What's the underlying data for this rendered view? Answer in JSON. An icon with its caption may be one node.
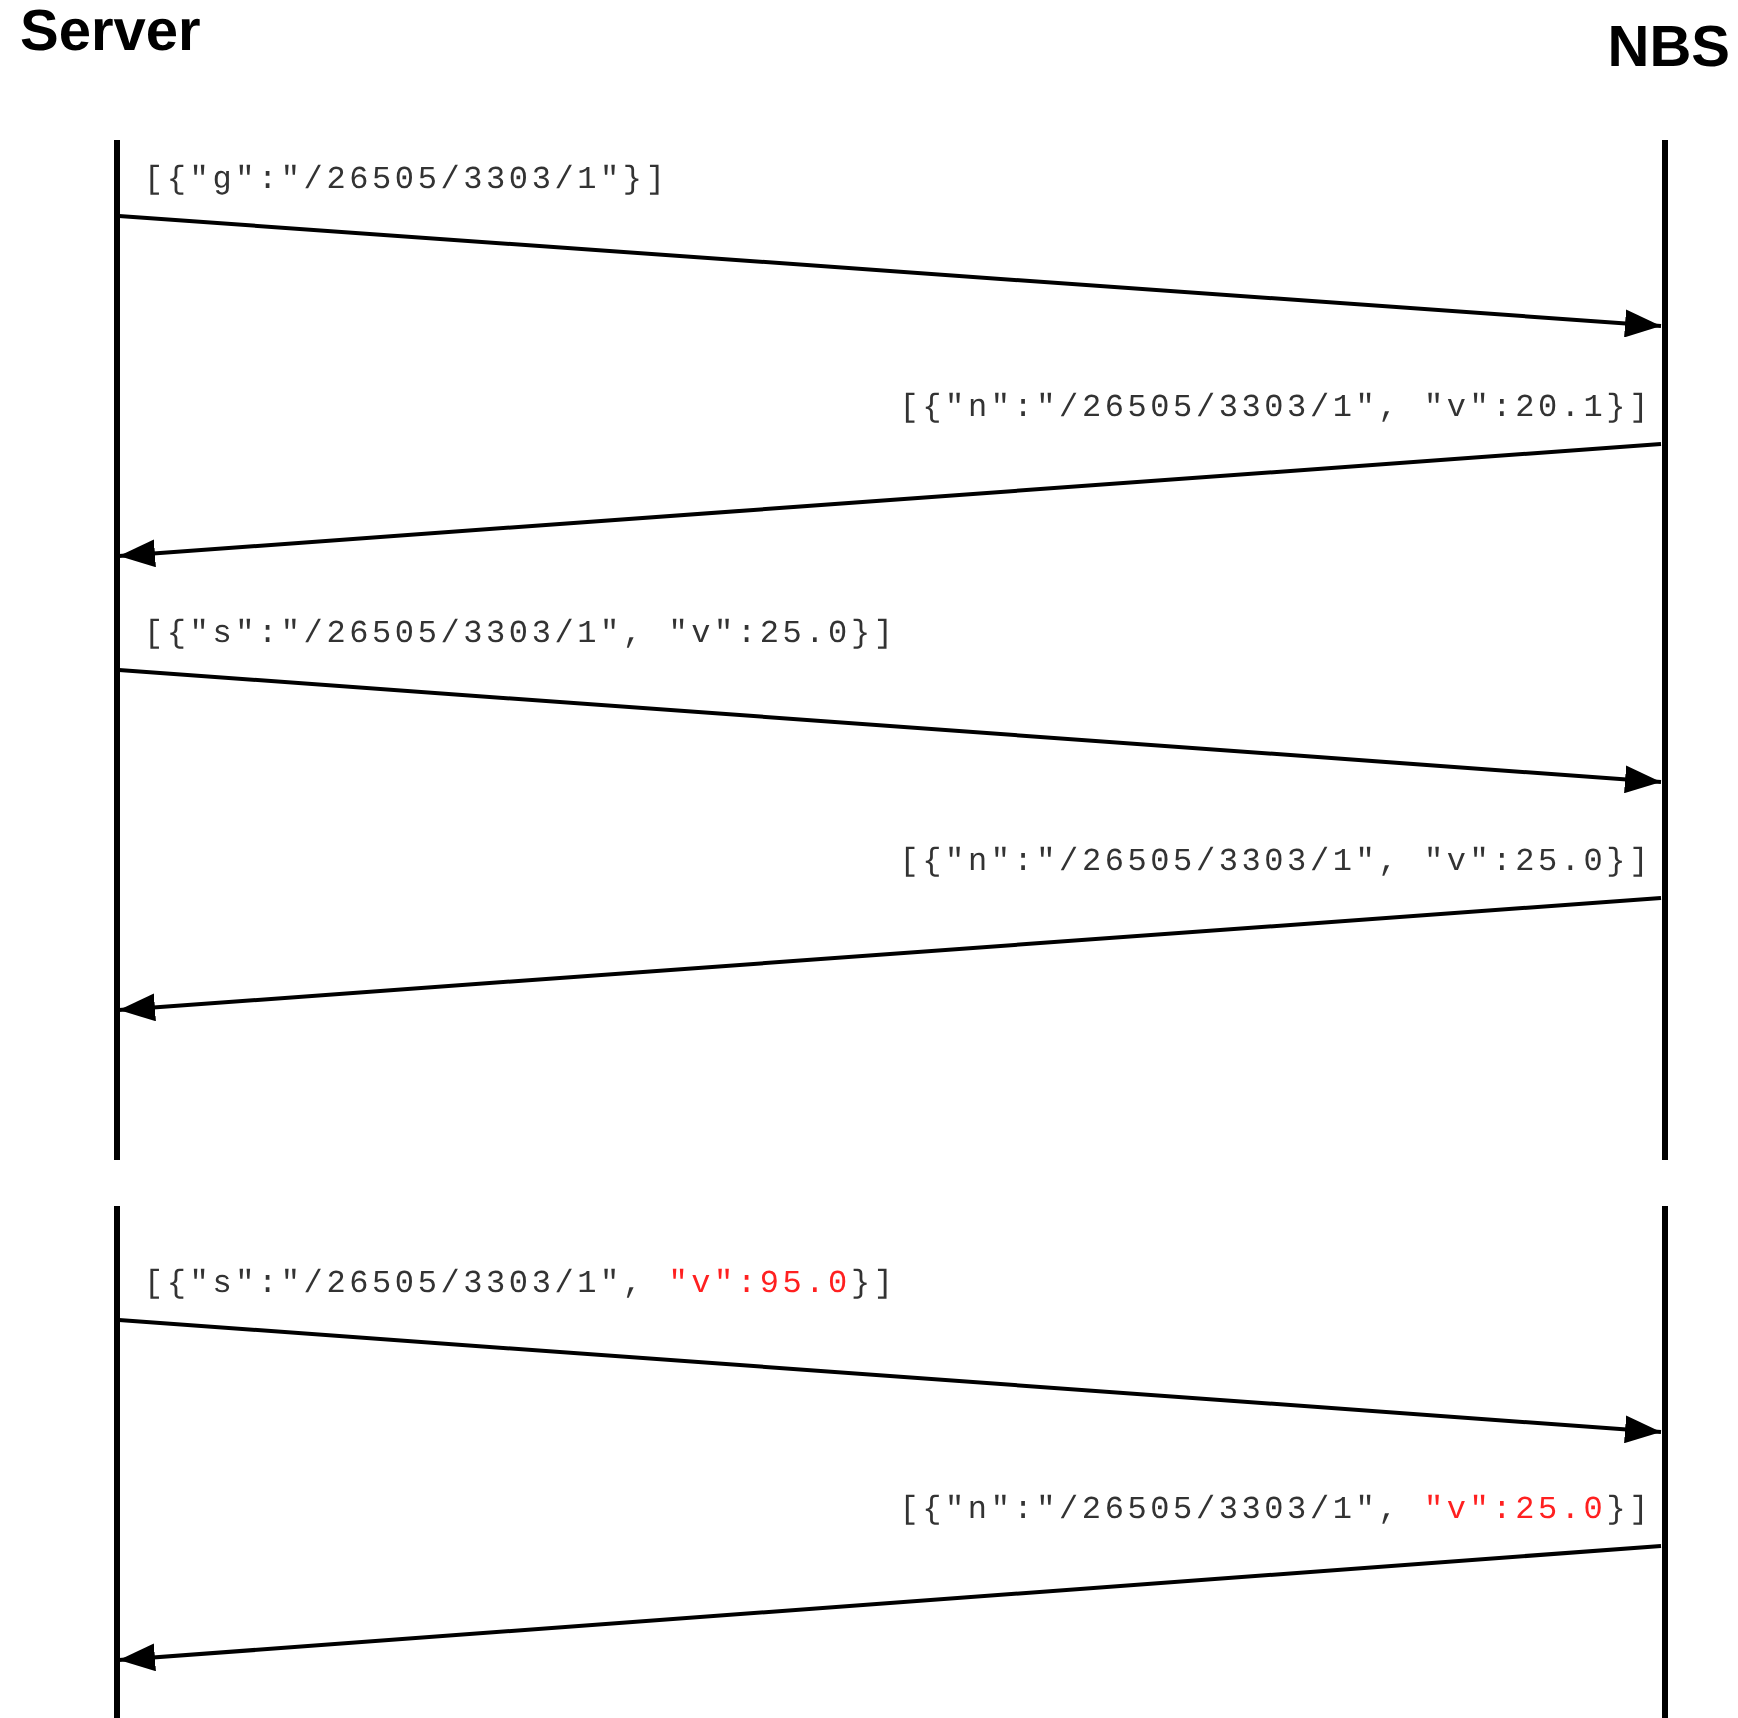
{
  "diagram": {
    "nodes": [
      {
        "text": [
          "Server"
        ]
      },
      {
        "text": [
          "NBS"
        ]
      },
      {
        "text": [],
        "shape": "bar"
      },
      {
        "text": [],
        "shape": "bar"
      },
      {
        "text": [],
        "shape": "bar"
      },
      {
        "text": [],
        "shape": "bar"
      }
    ],
    "edges": [
      {
        "from": 2,
        "to": 3,
        "arrow": "to",
        "label": "[{\"g\":\"/26505/3303/1\"}]"
      },
      {
        "from": 3,
        "to": 2,
        "arrow": "to",
        "label": "[{\"n\":\"/26505/3303/1\", \"v\":20.1}]"
      },
      {
        "from": 2,
        "to": 3,
        "arrow": "to",
        "label": "[{\"s\":\"/26505/3303/1\", \"v\":25.0}]"
      },
      {
        "from": 3,
        "to": 2,
        "arrow": "to",
        "label": "[{\"n\":\"/26505/3303/1\", \"v\":25.0}]"
      },
      {
        "from": 4,
        "to": 5,
        "arrow": "to",
        "label": "[{\"s\":\"/26505/3303/1\", *\"v\":95.0*}]"
      },
      {
        "from": 5,
        "to": 4,
        "arrow": "to",
        "label": "[{\"n\":\"/26505/3303/1\", *\"v\":25.0*}]"
      }
    ]
  }
}
